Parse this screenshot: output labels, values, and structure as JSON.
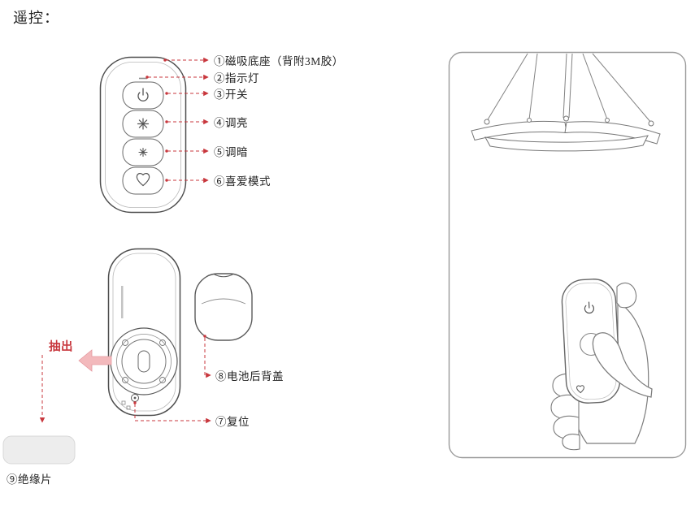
{
  "page": {
    "title": "遥控："
  },
  "front_view": {
    "callouts": [
      {
        "text": "①磁吸底座（背附3M胶）"
      },
      {
        "text": "②指示灯"
      },
      {
        "text": "③开关"
      },
      {
        "text": "④调亮"
      },
      {
        "text": "⑤调暗"
      },
      {
        "text": "⑥喜爱模式"
      }
    ],
    "buttons": [
      {
        "name": "power-icon",
        "glyph": "⏻"
      },
      {
        "name": "brighten-icon",
        "glyph": "✳"
      },
      {
        "name": "dim-icon",
        "glyph": "✳"
      },
      {
        "name": "favorite-icon",
        "glyph": "♡"
      }
    ]
  },
  "back_view": {
    "pull_out_label": "抽出",
    "callouts": [
      {
        "text": "⑧电池后背盖"
      },
      {
        "text": "⑦复位"
      },
      {
        "text": "⑨绝缘片"
      }
    ]
  },
  "icons": {
    "pull-out-arrow": "←",
    "callout-arrow": "→"
  },
  "colors": {
    "callout_red": "#C8373D",
    "pink_arrow_fill": "#F3B9BC",
    "line_gray": "#6E6E6E",
    "panel_border": "#9A9A9A"
  }
}
